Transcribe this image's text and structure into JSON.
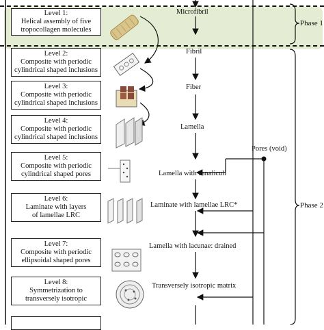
{
  "levels": [
    {
      "title": "Level 1:",
      "desc1": "Helical assembly of five",
      "desc2": "tropocollagen molecules",
      "desc3": ""
    },
    {
      "title": "Level 2:",
      "desc1": "Composite with periodic",
      "desc2": "cylindrical shaped inclusions",
      "desc3": ""
    },
    {
      "title": "Level 3:",
      "desc1": "Composite with periodic",
      "desc2": "cylindrical shaped inclusions",
      "desc3": ""
    },
    {
      "title": "Level 4:",
      "desc1": "Composite with periodic",
      "desc2": "cylindrical shaped inclusions",
      "desc3": ""
    },
    {
      "title": "Level 5:",
      "desc1": "Composite with periodic",
      "desc2": "cylindrical shaped pores",
      "desc3": ""
    },
    {
      "title": "Level 6:",
      "desc1": "Laminate with layers",
      "desc2": "of lamellae LRC",
      "desc3": ""
    },
    {
      "title": "Level 7:",
      "desc1": "Composite with periodic",
      "desc2": "ellipsoidal shaped pores",
      "desc3": ""
    },
    {
      "title": "Level 8:",
      "desc1": "Symmetrization to",
      "desc2": "transversely isotropic",
      "desc3": ""
    }
  ],
  "stages": [
    "Microfibril",
    "Fibril",
    "Fiber",
    "Lamella",
    "Lamella with canaliculi",
    "Laminate with lamellae LRC*",
    "Lamella with lacunae: drained",
    "Transversely isotropic matrix"
  ],
  "pores_label": "Pores (void)",
  "phase1_label": "Phase 1",
  "phase2_label": "Phase 2",
  "colors": {
    "phase1_band": "#e4ecd3",
    "fibril_tan": "#d9c58a",
    "fiber_brown": "#8a4a3a"
  }
}
